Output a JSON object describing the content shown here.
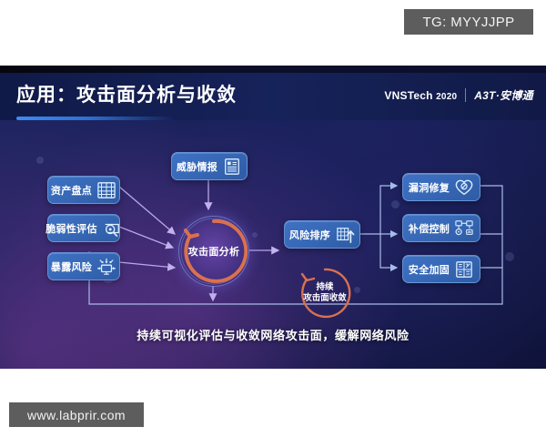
{
  "watermarks": {
    "top_right": "TG: MYYJJPP",
    "bottom_left": "www.labprir.com"
  },
  "slide": {
    "title": "应用：攻击面分析与收敛",
    "brand": {
      "product": "VNSTech",
      "year": "2020",
      "company": "A3T·安博通"
    },
    "caption": "持续可视化评估与收敛网络攻击面，缓解网络风险",
    "inputs": [
      {
        "label": "资产盘点",
        "icon": "abacus-icon"
      },
      {
        "label": "脆弱性评估",
        "icon": "magnifier-scan-icon"
      },
      {
        "label": "暴露风险",
        "icon": "monitor-exposure-icon"
      }
    ],
    "intel": {
      "label": "威胁情报",
      "icon": "document-list-icon"
    },
    "core": {
      "label": "攻击面分析",
      "icon": "refresh-cycle-icon"
    },
    "rank": {
      "label": "风险排序",
      "icon": "grid-up-arrow-icon"
    },
    "loop": {
      "line1": "持续",
      "line2": "攻击面收敛",
      "icon": "circular-arrow-icon"
    },
    "outputs": [
      {
        "label": "漏洞修复",
        "icon": "heart-repair-icon"
      },
      {
        "label": "补偿控制",
        "icon": "network-control-icon"
      },
      {
        "label": "安全加固",
        "icon": "shield-grid-icon"
      }
    ],
    "colors": {
      "box_fill": "#3768b6",
      "accent_orange": "#d9714f",
      "wire": "#b9a9e8",
      "wire_blue": "#9fb6e6",
      "title_bar": "#3d8bf0"
    }
  }
}
